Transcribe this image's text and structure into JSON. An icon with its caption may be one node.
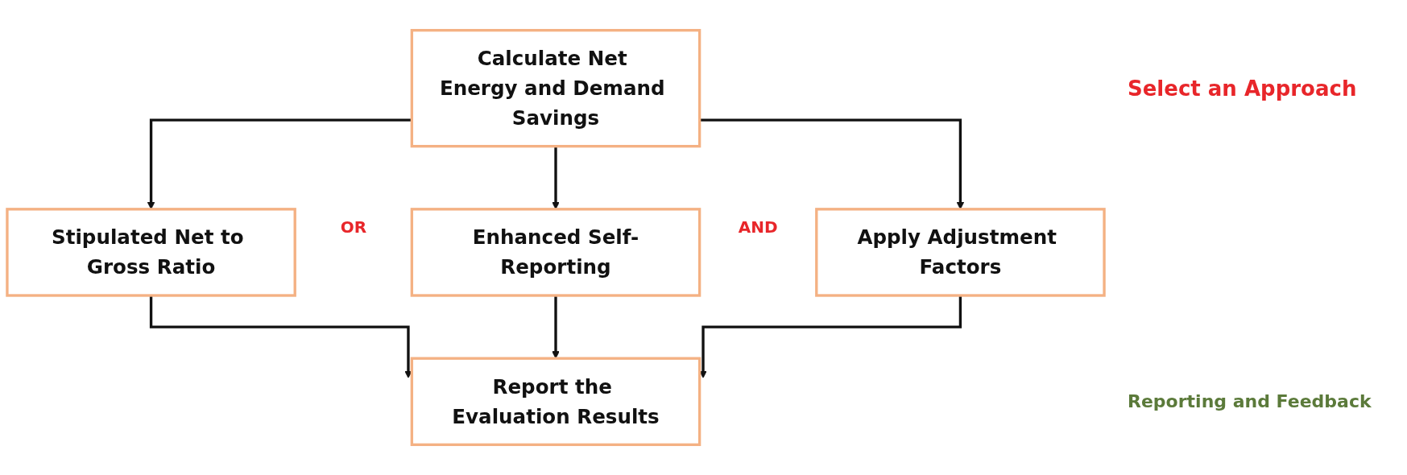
{
  "diagram": {
    "nodes": [
      {
        "text": [
          "Calculate Net Energy and Demand Savings"
        ]
      },
      {
        "text": [
          "Stipulated Net to Gross Ratio"
        ]
      },
      {
        "text": [
          "Enhanced Self-Reporting"
        ]
      },
      {
        "text": [
          "Apply Adjustment Factors"
        ]
      },
      {
        "text": [
          "Report the Evaluation Results"
        ]
      }
    ],
    "edges": [
      {
        "from": 0,
        "to": 1,
        "arrow": "to"
      },
      {
        "from": 0,
        "to": 2,
        "arrow": "to"
      },
      {
        "from": 0,
        "to": 3,
        "arrow": "to"
      },
      {
        "from": 1,
        "to": 4,
        "arrow": "to"
      },
      {
        "from": 2,
        "to": 4,
        "arrow": "to"
      },
      {
        "from": 3,
        "to": 4,
        "arrow": "to"
      }
    ],
    "labels": [
      "Select an Approach",
      "OR",
      "AND",
      "Reporting and Feedback"
    ]
  }
}
